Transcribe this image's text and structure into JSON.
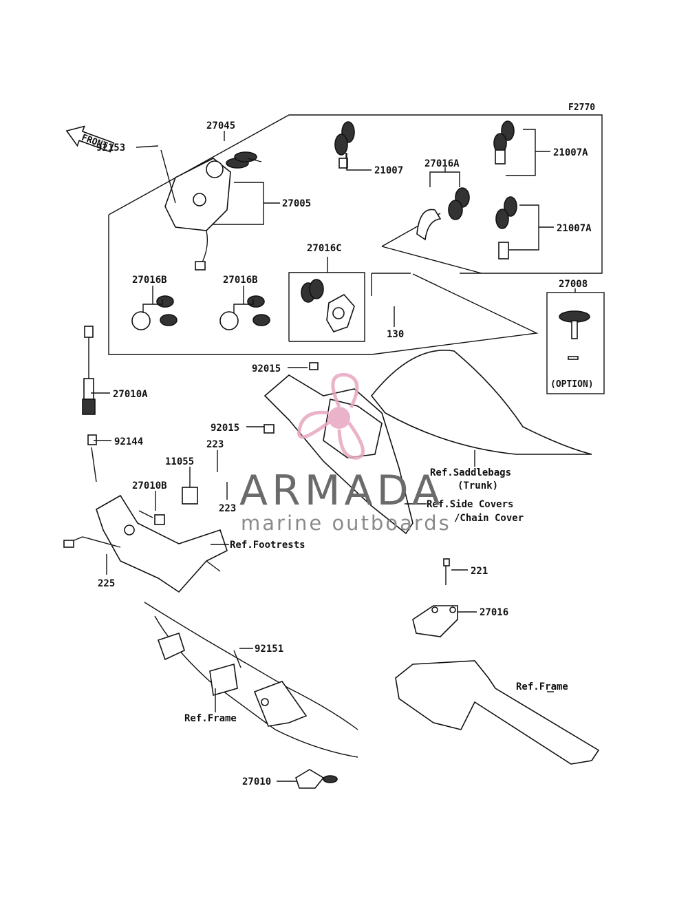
{
  "diagram": {
    "code": "F2770",
    "front_arrow_text": "FRONT",
    "labels": {
      "p27045": "27045",
      "p92153": "92153",
      "p27005": "27005",
      "p21007": "21007",
      "p27016A": "27016A",
      "p21007A_1": "21007A",
      "p21007A_2": "21007A",
      "p27016C": "27016C",
      "p27016B_1": "27016B",
      "p27016B_2": "27016B",
      "p27008": "27008",
      "option": "(OPTION)",
      "p130": "130",
      "p92015_1": "92015",
      "p92015_2": "92015",
      "p27010A": "27010A",
      "p92144": "92144",
      "p223_1": "223",
      "p223_2": "223",
      "p11055": "11055",
      "p27010B": "27010B",
      "p225": "225",
      "p221": "221",
      "p27016": "27016",
      "p92151": "92151",
      "p27010": "27010",
      "ref_saddlebags_1": "Ref.Saddlebags",
      "ref_saddlebags_2": "(Trunk)",
      "ref_side_covers_1": "Ref.Side Covers",
      "ref_side_covers_2": "/Chain Cover",
      "ref_footrests": "Ref.Footrests",
      "ref_frame_1": "Ref.Frame",
      "ref_frame_2": "Ref.Frame"
    }
  },
  "watermark": {
    "title": "ARMADA",
    "subtitle": "marine outboards",
    "logo_color": "#e8a6c0"
  }
}
